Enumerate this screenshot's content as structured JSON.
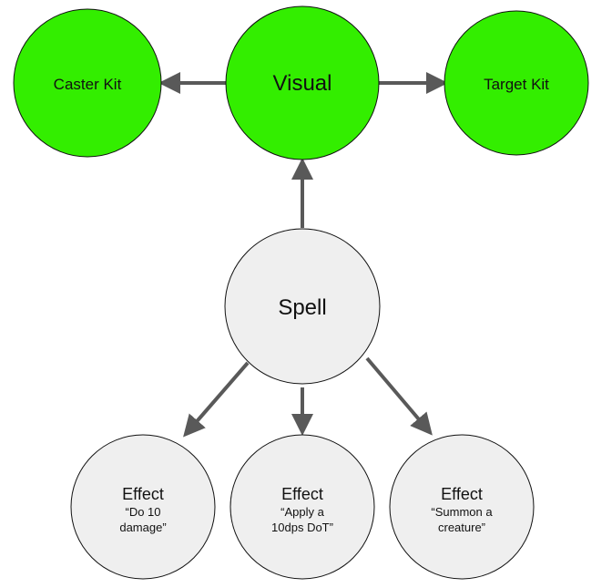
{
  "colors": {
    "visual_node_fill": "#33ee00",
    "spell_node_fill": "#efefef",
    "node_stroke": "#111111",
    "arrow": "#595959",
    "background": "#ffffff"
  },
  "nodes": {
    "caster_kit": {
      "title": "Caster Kit"
    },
    "visual": {
      "title": "Visual"
    },
    "target_kit": {
      "title": "Target Kit"
    },
    "spell": {
      "title": "Spell"
    },
    "effects": [
      {
        "title": "Effect",
        "line1": "“Do 10",
        "line2": "damage”"
      },
      {
        "title": "Effect",
        "line1": "“Apply a",
        "line2": "10dps DoT”"
      },
      {
        "title": "Effect",
        "line1": "“Summon a",
        "line2": "creature”"
      }
    ]
  },
  "edges": [
    {
      "from": "visual",
      "to": "caster_kit"
    },
    {
      "from": "visual",
      "to": "target_kit"
    },
    {
      "from": "spell",
      "to": "visual"
    },
    {
      "from": "spell",
      "to": "effect-1"
    },
    {
      "from": "spell",
      "to": "effect-2"
    },
    {
      "from": "spell",
      "to": "effect-3"
    }
  ]
}
